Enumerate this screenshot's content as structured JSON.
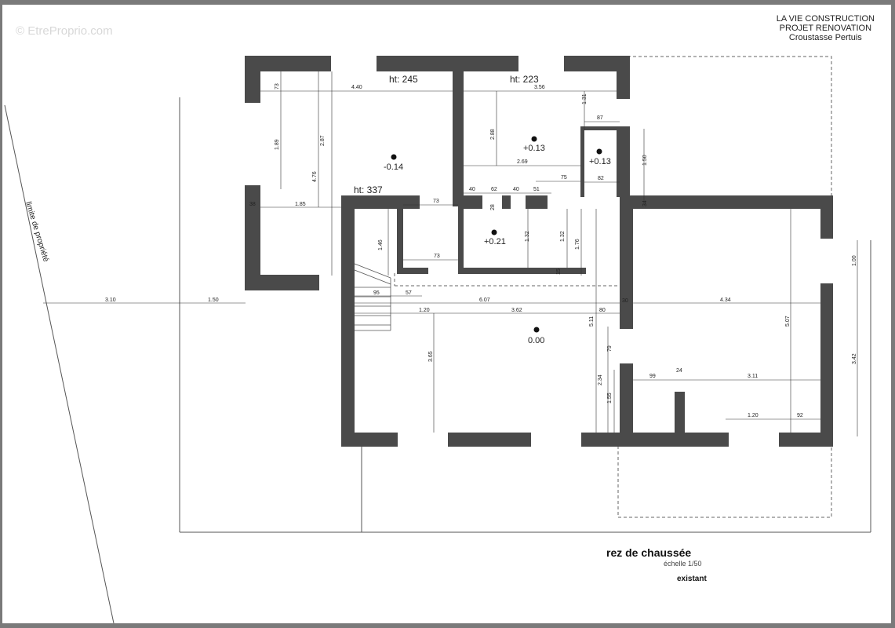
{
  "watermark": "© EtreProprio.com",
  "title_block": {
    "line1": "LA VIE CONSTRUCTION",
    "line2": "PROJET RENOVATION",
    "line3": "Croustasse Pertuis"
  },
  "caption": {
    "title": "rez de chaussée",
    "scale": "échelle 1/50",
    "state": "existant"
  },
  "property_label": "limite de propriété",
  "room_heights": [
    "ht: 245",
    "ht: 223",
    "ht: 337"
  ],
  "levels": [
    "-0.14",
    "+0.13",
    "+0.13",
    "+0.21",
    "0.00"
  ],
  "dimensions": {
    "d_440": "4.40",
    "d_356": "3.56",
    "d_73a": "73",
    "d_189": "1.89",
    "d_287": "2.87",
    "d_476": "4.76",
    "d_131": "1.31",
    "d_87": "87",
    "d_288": "2.88",
    "d_269": "2.69",
    "d_75": "75",
    "d_82": "82",
    "d_150a": "1.50",
    "d_34": "34",
    "d_40a": "40",
    "d_62": "62",
    "d_40b": "40",
    "d_51": "51",
    "d_38": "38",
    "d_185": "1.85",
    "d_73b": "73",
    "d_28": "28",
    "d_146": "1.46",
    "d_73c": "73",
    "d_132a": "1.32",
    "d_132b": "1.32",
    "d_176": "1.76",
    "d_15": "15",
    "d_310": "3.10",
    "d_150b": "1.50",
    "d_95": "95",
    "d_57": "57",
    "d_607": "6.07",
    "d_120a": "1.20",
    "d_362": "3.62",
    "d_80": "80",
    "d_511": "5.11",
    "d_30": "30",
    "d_434": "4.34",
    "d_100": "1.00",
    "d_507": "5.07",
    "d_342": "3.42",
    "d_365": "3.65",
    "d_79": "79",
    "d_234": "2.34",
    "d_155": "1.55",
    "d_99": "99",
    "d_24": "24",
    "d_311": "3.11",
    "d_120b": "1.20",
    "d_92": "92"
  },
  "colors": {
    "wall": "#4a4a4a",
    "line": "#333333",
    "frame": "#7a7a7a"
  }
}
